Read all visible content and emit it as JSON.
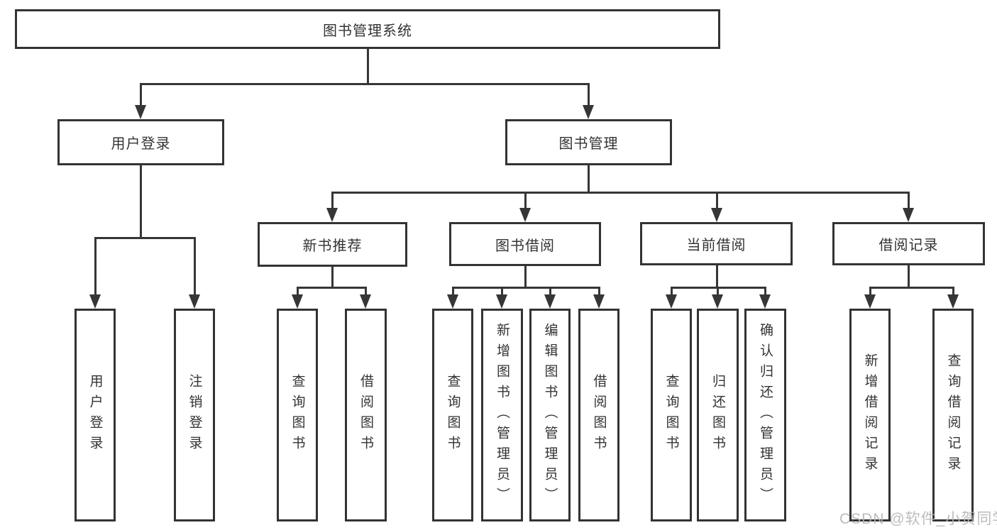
{
  "diagram": {
    "title": "图书管理系统",
    "nodes": {
      "root": {
        "label": "图书管理系统"
      },
      "userLogin": {
        "label": "用户登录"
      },
      "bookMgmt": {
        "label": "图书管理"
      },
      "newBookRec": {
        "label": "新书推荐"
      },
      "bookBorrow": {
        "label": "图书借阅"
      },
      "currentBorrow": {
        "label": "当前借阅"
      },
      "borrowRecords": {
        "label": "借阅记录"
      },
      "leafUserLogin": {
        "label": "用户登录"
      },
      "leafLogout": {
        "label": "注销登录"
      },
      "leafQueryBooksA": {
        "label": "查询图书"
      },
      "leafBorrowBooksA": {
        "label": "借阅图书"
      },
      "leafQueryBooksB": {
        "label": "查询图书"
      },
      "leafAddBook": {
        "label": "新增图书（管理员）"
      },
      "leafEditBook": {
        "label": "编辑图书（管理员）"
      },
      "leafBorrowBooksB": {
        "label": "借阅图书"
      },
      "leafQueryBooksC": {
        "label": "查询图书"
      },
      "leafReturnBook": {
        "label": "归还图书"
      },
      "leafConfirmReturn": {
        "label": "确认归还（管理员）"
      },
      "leafAddBorrowRecord": {
        "label": "新增借阅记录"
      },
      "leafQueryBorrowRecord": {
        "label": "查询借阅记录"
      }
    },
    "hierarchy": [
      {
        "parent": "图书管理系统",
        "children": [
          "用户登录",
          "图书管理"
        ]
      },
      {
        "parent": "用户登录",
        "children": [
          "用户登录",
          "注销登录"
        ]
      },
      {
        "parent": "图书管理",
        "children": [
          "新书推荐",
          "图书借阅",
          "当前借阅",
          "借阅记录"
        ]
      },
      {
        "parent": "新书推荐",
        "children": [
          "查询图书",
          "借阅图书"
        ]
      },
      {
        "parent": "图书借阅",
        "children": [
          "查询图书",
          "新增图书（管理员）",
          "编辑图书（管理员）",
          "借阅图书"
        ]
      },
      {
        "parent": "当前借阅",
        "children": [
          "查询图书",
          "归还图书",
          "确认归还（管理员）"
        ]
      },
      {
        "parent": "借阅记录",
        "children": [
          "新增借阅记录",
          "查询借阅记录"
        ]
      }
    ],
    "colors": {
      "line": "#363636",
      "box_border": "#333333",
      "text": "#333333",
      "background": "#ffffff",
      "watermark_text_color": "#b5b5b5"
    }
  },
  "watermark": {
    "text": "CSDN @软件_小贺同学"
  }
}
